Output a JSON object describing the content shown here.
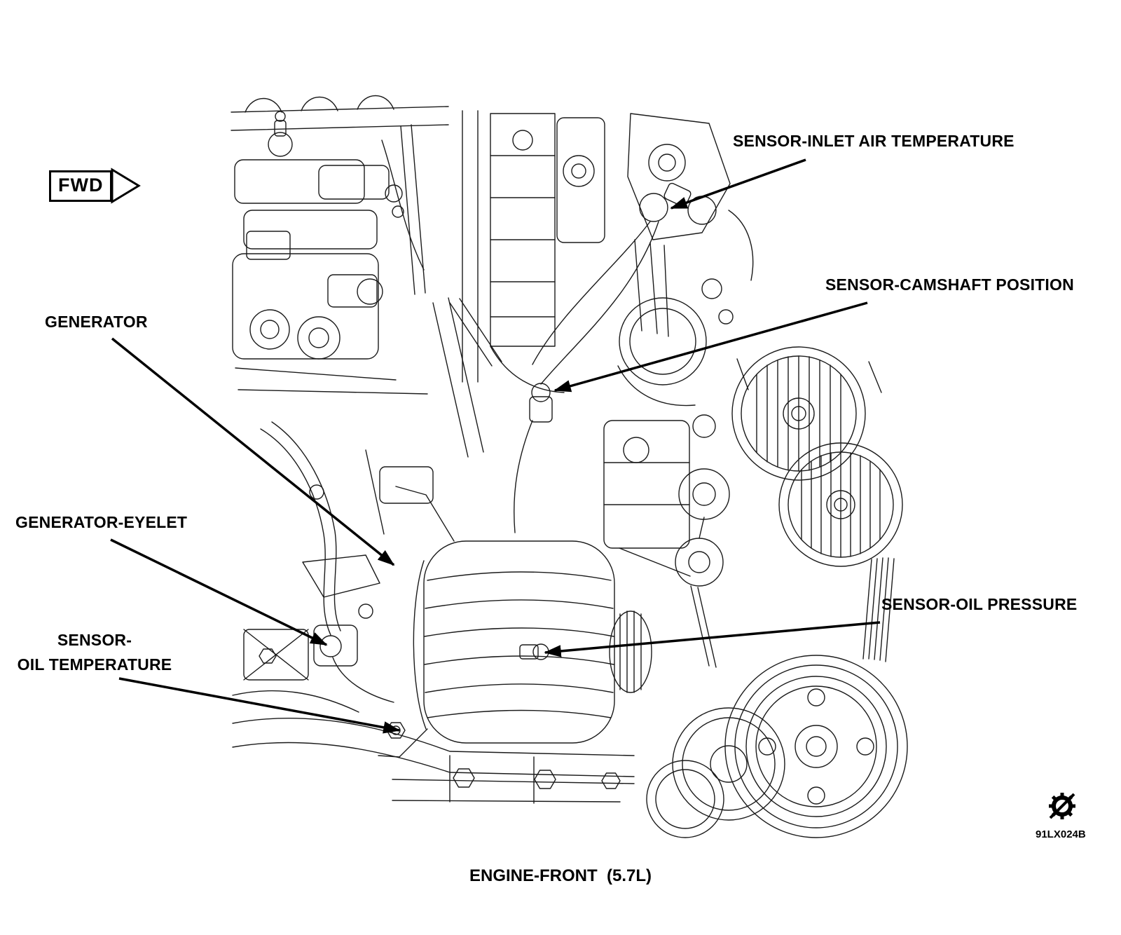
{
  "diagram": {
    "fwd_label": "FWD",
    "caption": "ENGINE-FRONT  (5.7L)",
    "figure_code": "91LX024B",
    "labels": {
      "inlet_air_temperature": "SENSOR-INLET AIR TEMPERATURE",
      "camshaft_position": "SENSOR-CAMSHAFT POSITION",
      "generator": "GENERATOR",
      "generator_eyelet": "GENERATOR-EYELET",
      "oil_temperature_line1": "SENSOR-",
      "oil_temperature_line2": "OIL TEMPERATURE",
      "oil_pressure": "SENSOR-OIL PRESSURE"
    }
  }
}
